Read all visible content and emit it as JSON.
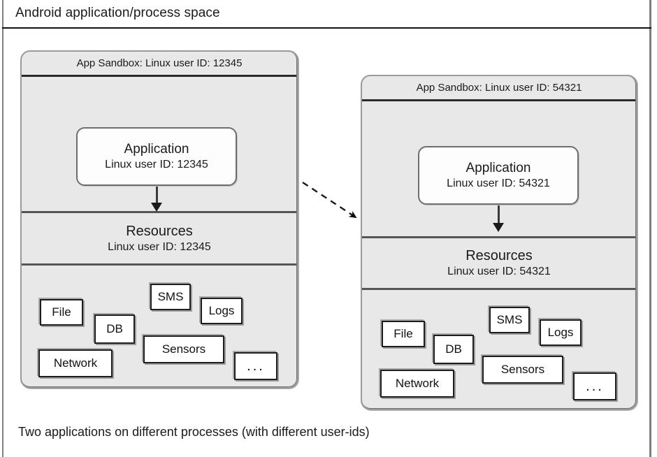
{
  "page": {
    "title": "Android application/process space",
    "caption": "Two applications on different processes (with different user-ids)"
  },
  "colors": {
    "sandbox_fill": "#e8e8e8",
    "sandbox_border": "#9a9a9a",
    "app_fill": "#fdfdfd",
    "chip_fill": "#ffffff",
    "chip_border": "#1d1d1d",
    "arrow": "#1a1a1a",
    "frame": "#808080"
  },
  "sandboxes": [
    {
      "id": "sandbox-left",
      "header": "App Sandbox: Linux user ID: 12345",
      "application": {
        "title": "Application",
        "subtitle": "Linux user ID: 12345"
      },
      "resources": {
        "title": "Resources",
        "subtitle": "Linux user ID: 12345",
        "items": [
          {
            "label": "File"
          },
          {
            "label": "DB"
          },
          {
            "label": "SMS"
          },
          {
            "label": "Logs"
          },
          {
            "label": "Network"
          },
          {
            "label": "Sensors"
          },
          {
            "label": "..."
          }
        ]
      }
    },
    {
      "id": "sandbox-right",
      "header": "App Sandbox: Linux user ID: 54321",
      "application": {
        "title": "Application",
        "subtitle": "Linux user ID: 54321"
      },
      "resources": {
        "title": "Resources",
        "subtitle": "Linux user ID: 54321",
        "items": [
          {
            "label": "File"
          },
          {
            "label": "DB"
          },
          {
            "label": "SMS"
          },
          {
            "label": "Logs"
          },
          {
            "label": "Network"
          },
          {
            "label": "Sensors"
          },
          {
            "label": "..."
          }
        ]
      }
    }
  ],
  "connector": {
    "style": "dashed",
    "arrowhead": "filled-triangle",
    "from": "sandbox-left",
    "to": "sandbox-right"
  }
}
